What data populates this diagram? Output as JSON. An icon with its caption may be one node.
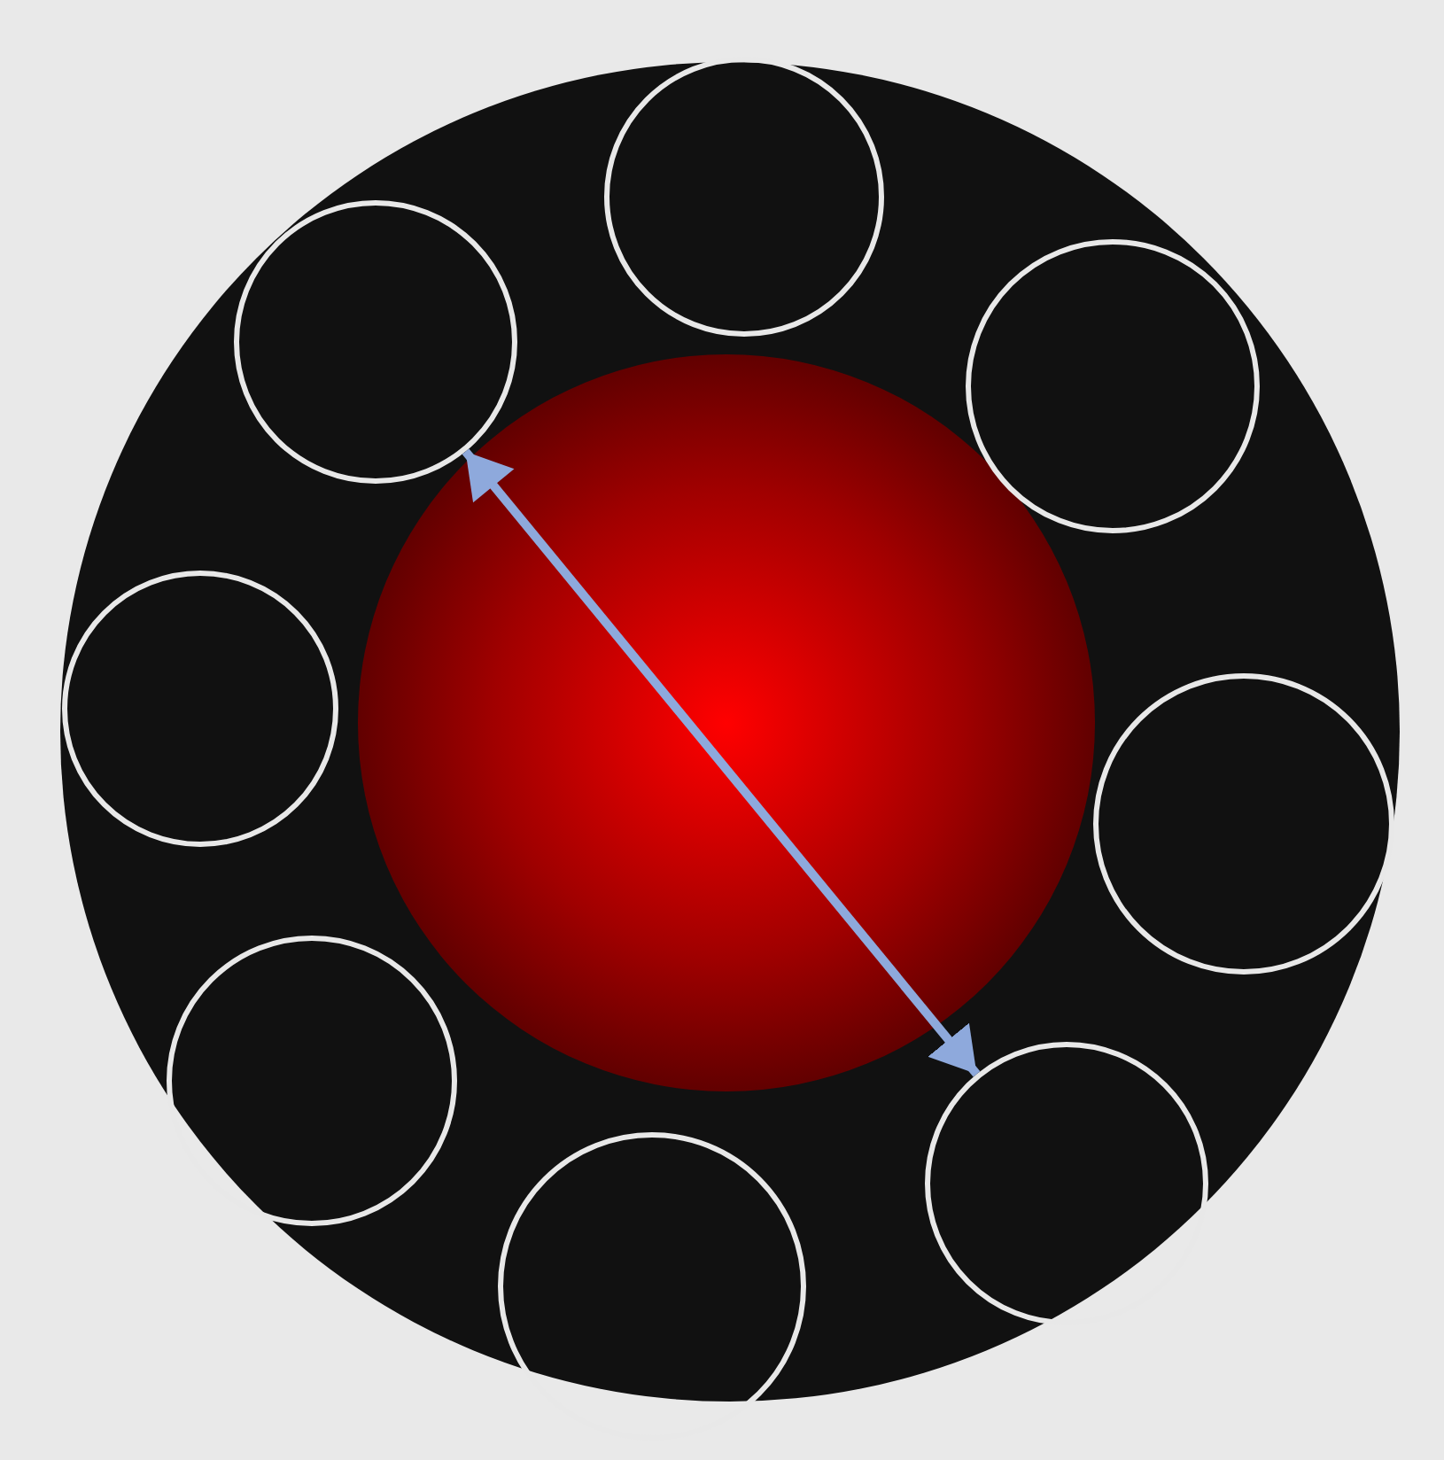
{
  "diagram": {
    "nodes": [
      {
        "text": [],
        "shape": "circle"
      },
      {
        "text": [],
        "shape": "circle",
        "in": 0
      },
      {
        "text": [],
        "shape": "circle",
        "in": 0
      },
      {
        "text": [],
        "shape": "circle",
        "in": 0
      },
      {
        "text": [],
        "shape": "circle",
        "in": 0
      },
      {
        "text": [],
        "shape": "circle",
        "in": 0
      },
      {
        "text": [],
        "shape": "circle",
        "in": 0
      },
      {
        "text": [],
        "shape": "circle",
        "in": 0
      },
      {
        "text": [],
        "shape": "circle",
        "in": 0
      }
    ],
    "edges": [
      {
        "from": 2,
        "to": 7,
        "arrow": "both"
      }
    ]
  }
}
